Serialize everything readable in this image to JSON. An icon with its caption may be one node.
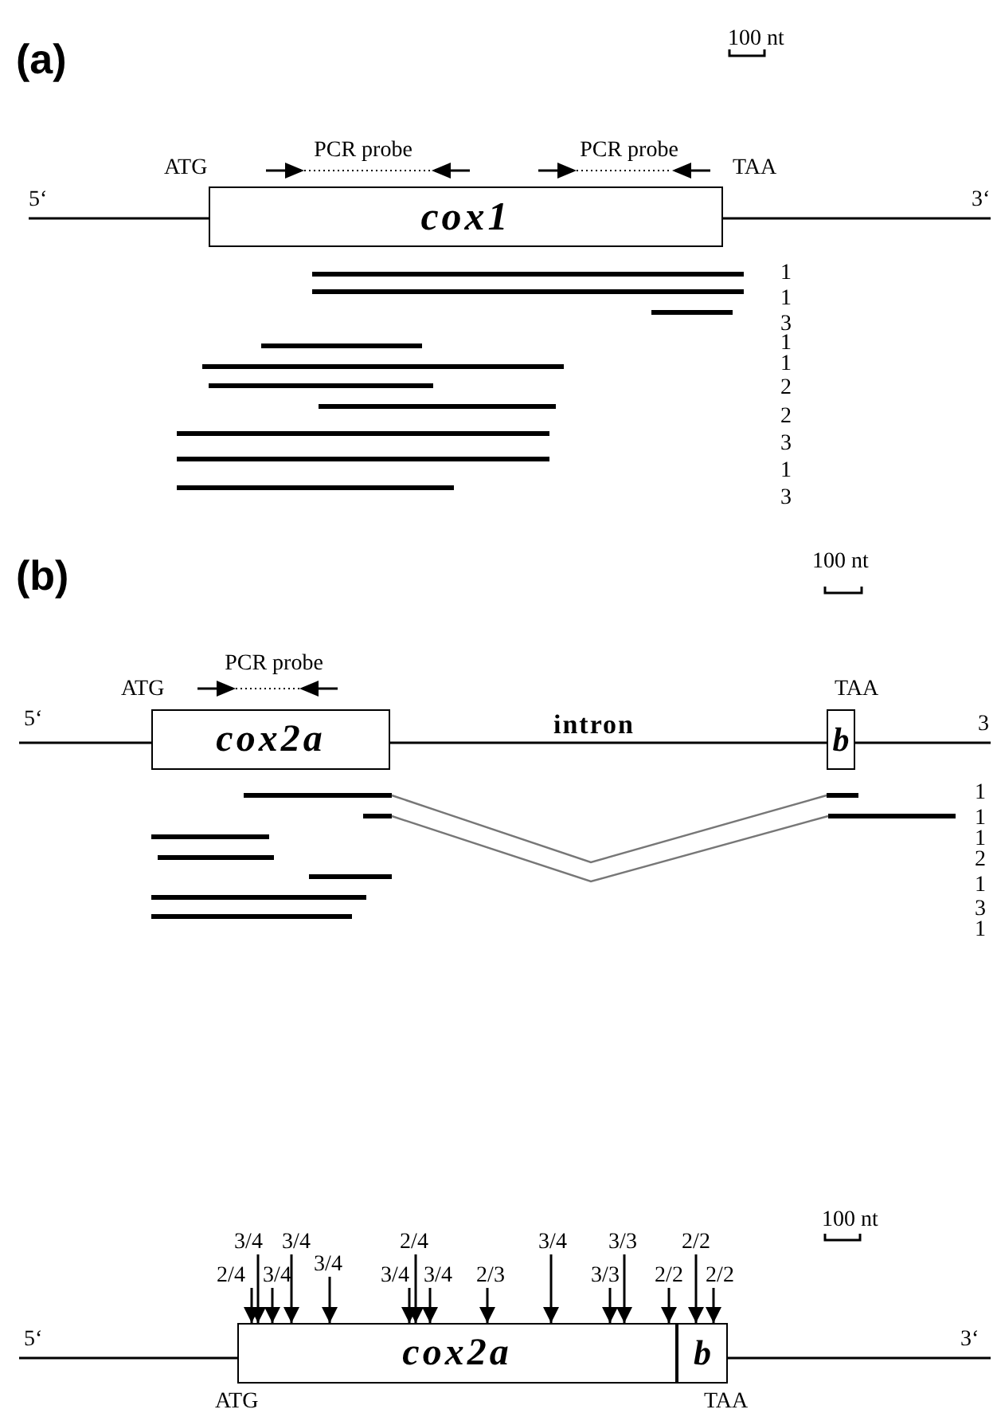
{
  "diagram": {
    "nodes": [
      {
        "text": [
          "cox1"
        ]
      },
      {
        "text": [
          "cox2a"
        ]
      },
      {
        "text": [
          "b"
        ]
      },
      {
        "text": [
          "cox2a"
        ]
      },
      {
        "text": [
          "b"
        ]
      },
      {
        "text": [
          "2/4"
        ]
      },
      {
        "text": [
          "3/4"
        ]
      },
      {
        "text": [
          "3/4"
        ]
      },
      {
        "text": [
          "3/4"
        ]
      },
      {
        "text": [
          "3/4"
        ]
      },
      {
        "text": [
          "3/4"
        ]
      },
      {
        "text": [
          "2/4"
        ]
      },
      {
        "text": [
          "3/4"
        ]
      },
      {
        "text": [
          "2/3"
        ]
      },
      {
        "text": [
          "3/4"
        ]
      },
      {
        "text": [
          "3/3"
        ]
      },
      {
        "text": [
          "3/3"
        ]
      },
      {
        "text": [
          "2/2"
        ]
      },
      {
        "text": [
          "2/2"
        ]
      },
      {
        "text": [
          "2/2"
        ]
      }
    ],
    "edges": [
      {
        "from": 5,
        "to": 3,
        "arrow": "to"
      },
      {
        "from": 6,
        "to": 3,
        "arrow": "to"
      },
      {
        "from": 7,
        "to": 3,
        "arrow": "to"
      },
      {
        "from": 8,
        "to": 3,
        "arrow": "to"
      },
      {
        "from": 9,
        "to": 3,
        "arrow": "to"
      },
      {
        "from": 10,
        "to": 3,
        "arrow": "to"
      },
      {
        "from": 11,
        "to": 3,
        "arrow": "to"
      },
      {
        "from": 12,
        "to": 3,
        "arrow": "to"
      },
      {
        "from": 13,
        "to": 3,
        "arrow": "to"
      },
      {
        "from": 14,
        "to": 3,
        "arrow": "to"
      },
      {
        "from": 15,
        "to": 3,
        "arrow": "to"
      },
      {
        "from": 16,
        "to": 3,
        "arrow": "to"
      },
      {
        "from": 17,
        "to": 3,
        "arrow": "to"
      },
      {
        "from": 18,
        "to": 4,
        "arrow": "to"
      },
      {
        "from": 19,
        "to": 4,
        "arrow": "to"
      }
    ],
    "labels": [
      "(a)",
      "100 nt",
      "ATG",
      "PCR probe",
      "PCR probe",
      "TAA",
      "5‘",
      "3‘",
      "1",
      "1",
      "3",
      "1",
      "1",
      "2",
      "2",
      "3",
      "1",
      "3",
      "(b)",
      "100 nt",
      "PCR probe",
      "ATG",
      "TAA",
      "5‘",
      "intron",
      "3",
      "1",
      "1",
      "1",
      "2",
      "1",
      "3",
      "1",
      "100 nt",
      "5‘",
      "3‘",
      "ATG",
      "TAA"
    ]
  }
}
